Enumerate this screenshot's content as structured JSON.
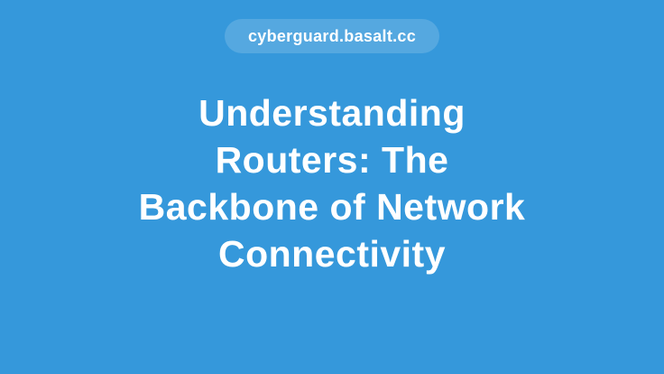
{
  "page": {
    "badge": {
      "label": "cyberguard.basalt.cc"
    },
    "title": {
      "full_text": "Understanding Routers: The Backbone of Network Connectivity",
      "lines": [
        "Understanding",
        "Routers: The",
        "Backbone of Network",
        "Connectivity"
      ]
    },
    "colors": {
      "background": "#3598db",
      "badge_background": "rgba(255,255,255,0.16)",
      "text": "#ffffff"
    }
  }
}
